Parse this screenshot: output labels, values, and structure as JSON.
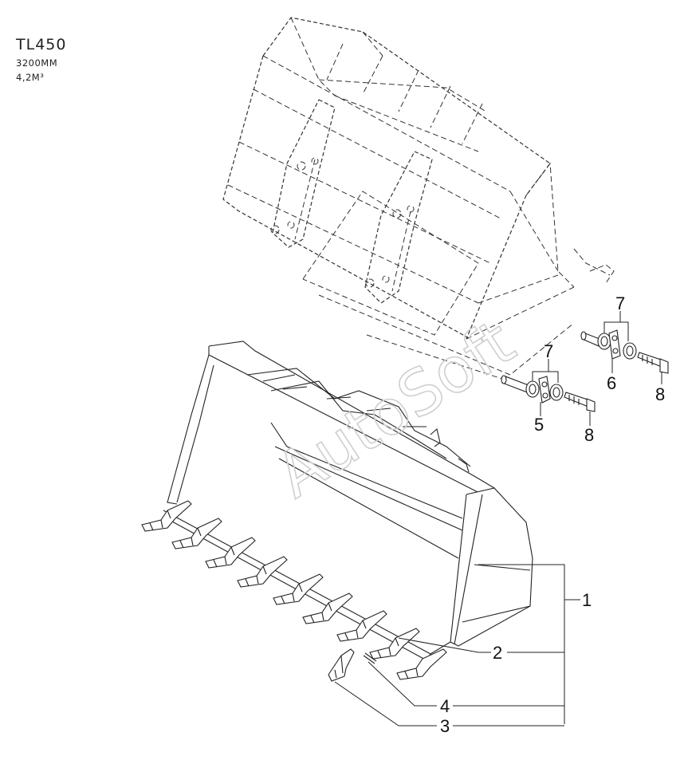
{
  "title": {
    "model": "TL450",
    "width": "3200MM",
    "capacity": "4,2M³"
  },
  "watermark": "AutoSoft",
  "callouts": [
    "1",
    "2",
    "3",
    "4",
    "5",
    "6",
    "7",
    "7",
    "8",
    "8"
  ],
  "colors": {
    "line": "#222222",
    "watermark": "#cfcfcf",
    "background": "#ffffff"
  }
}
